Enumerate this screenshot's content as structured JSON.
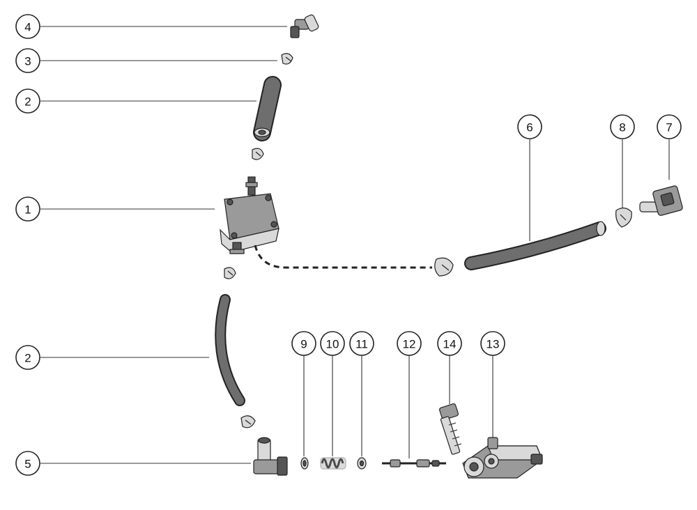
{
  "diagram": {
    "callouts": [
      {
        "id": "c4",
        "label": "4"
      },
      {
        "id": "c3",
        "label": "3"
      },
      {
        "id": "c2a",
        "label": "2"
      },
      {
        "id": "c1",
        "label": "1"
      },
      {
        "id": "c2b",
        "label": "2"
      },
      {
        "id": "c5",
        "label": "5"
      },
      {
        "id": "c6",
        "label": "6"
      },
      {
        "id": "c8",
        "label": "8"
      },
      {
        "id": "c7",
        "label": "7"
      },
      {
        "id": "c9",
        "label": "9"
      },
      {
        "id": "c10",
        "label": "10"
      },
      {
        "id": "c11",
        "label": "11"
      },
      {
        "id": "c12",
        "label": "12"
      },
      {
        "id": "c14",
        "label": "14"
      },
      {
        "id": "c13",
        "label": "13"
      }
    ]
  }
}
